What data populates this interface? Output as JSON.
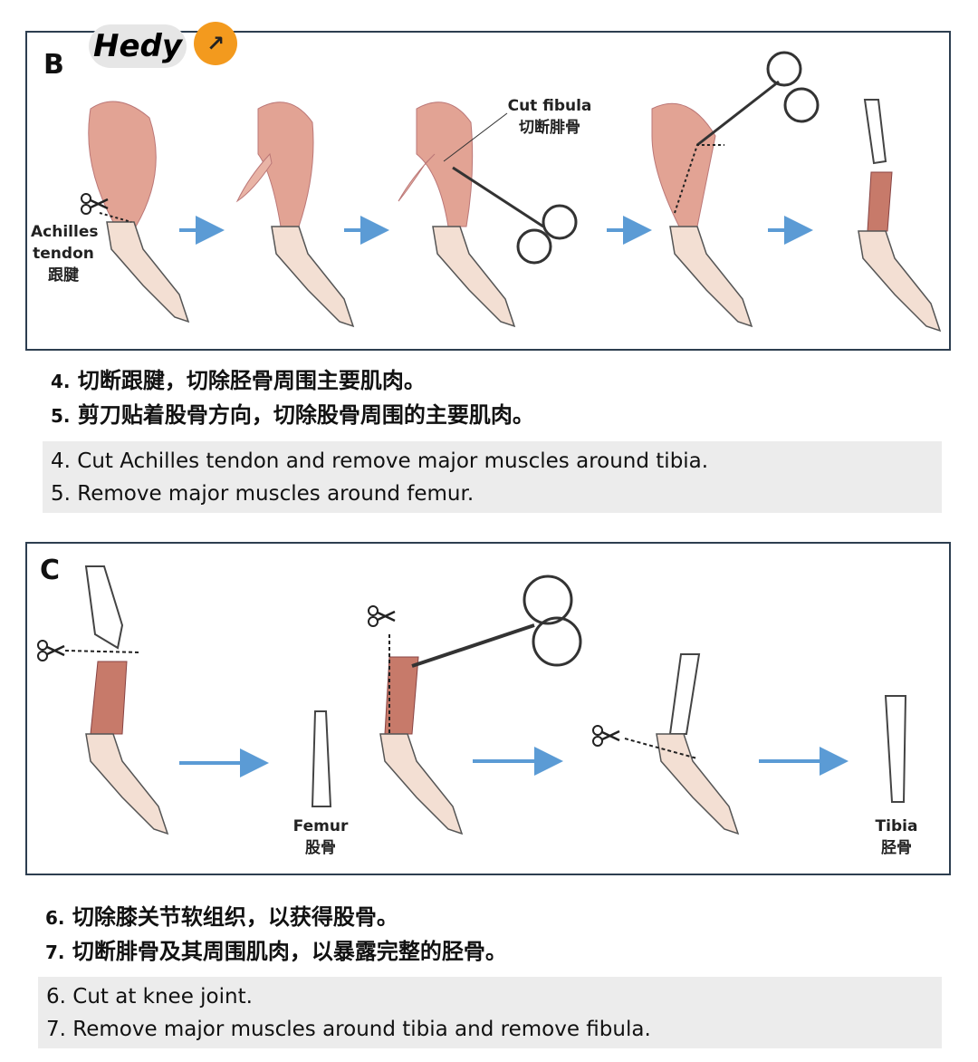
{
  "logo": {
    "text": "Hedy",
    "badge_icon": "arrow-up-right-icon",
    "badge_color": "#f39a1e"
  },
  "panel_b": {
    "label": "B",
    "achilles_label": [
      "Achilles",
      "tendon",
      "跟腱"
    ],
    "fibula_label": [
      "Cut fibula",
      "切断腓骨"
    ]
  },
  "steps_b_zh": [
    {
      "num": "4.",
      "text": "切断跟腱，切除胫骨周围主要肌肉。"
    },
    {
      "num": "5.",
      "text": "剪刀贴着股骨方向，切除股骨周围的主要肌肉。"
    }
  ],
  "steps_b_en": [
    "4. Cut Achilles tendon and remove major muscles around tibia.",
    "5. Remove major muscles around femur."
  ],
  "panel_c": {
    "label": "C",
    "femur_label": [
      "Femur",
      "股骨"
    ],
    "tibia_label": [
      "Tibia",
      "胫骨"
    ]
  },
  "steps_c_zh": [
    {
      "num": "6.",
      "text": "切除膝关节软组织，以获得股骨。"
    },
    {
      "num": "7.",
      "text": "切断腓骨及其周围肌肉，以暴露完整的胫骨。"
    }
  ],
  "steps_c_en": [
    "6. Cut at knee joint.",
    "7. Remove major muscles around tibia and remove fibula."
  ],
  "colors": {
    "arrow": "#5b9bd5",
    "muscle": "#e2a394",
    "border": "#2d3e50"
  }
}
